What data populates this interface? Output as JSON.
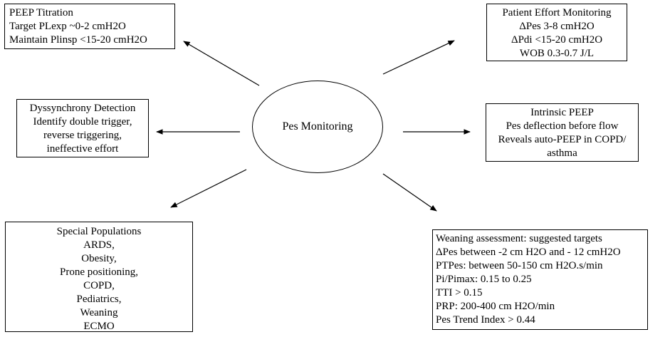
{
  "center": {
    "label": "Pes Monitoring"
  },
  "peep_titration": {
    "lines": [
      "PEEP Titration",
      "Target PLexp ~0-2 cmH2O",
      "Maintain Plinsp <15-20 cmH2O"
    ]
  },
  "patient_effort": {
    "lines": [
      "Patient Effort Monitoring",
      "ΔPes 3-8 cmH2O",
      "ΔPdi <15-20 cmH2O",
      "WOB 0.3-0.7 J/L"
    ]
  },
  "dyssynchrony": {
    "lines": [
      "Dyssynchrony Detection",
      "Identify double trigger,",
      "reverse triggering,",
      "ineffective effort"
    ]
  },
  "intrinsic_peep": {
    "lines": [
      "Intrinsic PEEP",
      "Pes deflection before flow",
      "Reveals auto-PEEP in COPD/",
      "asthma"
    ]
  },
  "special_populations": {
    "lines": [
      "Special Populations",
      "ARDS,",
      "Obesity,",
      "Prone positioning,",
      "COPD,",
      "Pediatrics,",
      "Weaning",
      "ECMO"
    ]
  },
  "weaning": {
    "lines": [
      "Weaning assessment: suggested targets",
      "ΔPes between -2 cm H2O and - 12 cmH2O",
      "PTPes: between 50-150 cm H2O.s/min",
      "Pi/Pimax: 0.15 to 0.25",
      "TTI > 0.15",
      "PRP: 200-400 cm H2O/min",
      "Pes Trend Index > 0.44"
    ]
  }
}
